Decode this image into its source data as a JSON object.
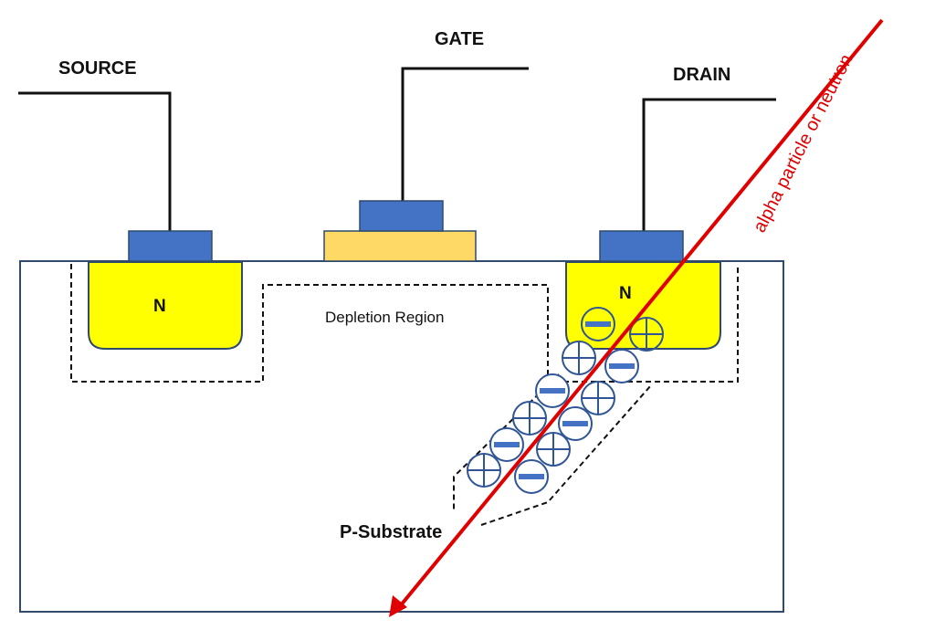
{
  "labels": {
    "source": "SOURCE",
    "gate": "GATE",
    "drain": "DRAIN",
    "source_region": "N",
    "drain_region": "N",
    "depletion": "Depletion Region",
    "substrate": "P-Substrate",
    "particle": "alpha particle or neutron"
  },
  "colors": {
    "contact_blue": "#4472c4",
    "n_region_yellow": "#ffff00",
    "gate_oxide": "#ffd966",
    "particle_red": "#e00000",
    "charge_outline": "#2f5597",
    "substrate_border": "#2f4a6d"
  },
  "charges": [
    {
      "type": "negative"
    },
    {
      "type": "positive"
    },
    {
      "type": "positive"
    },
    {
      "type": "negative"
    },
    {
      "type": "negative"
    },
    {
      "type": "positive"
    },
    {
      "type": "positive"
    },
    {
      "type": "negative"
    },
    {
      "type": "negative"
    },
    {
      "type": "positive"
    },
    {
      "type": "positive"
    },
    {
      "type": "negative"
    }
  ]
}
